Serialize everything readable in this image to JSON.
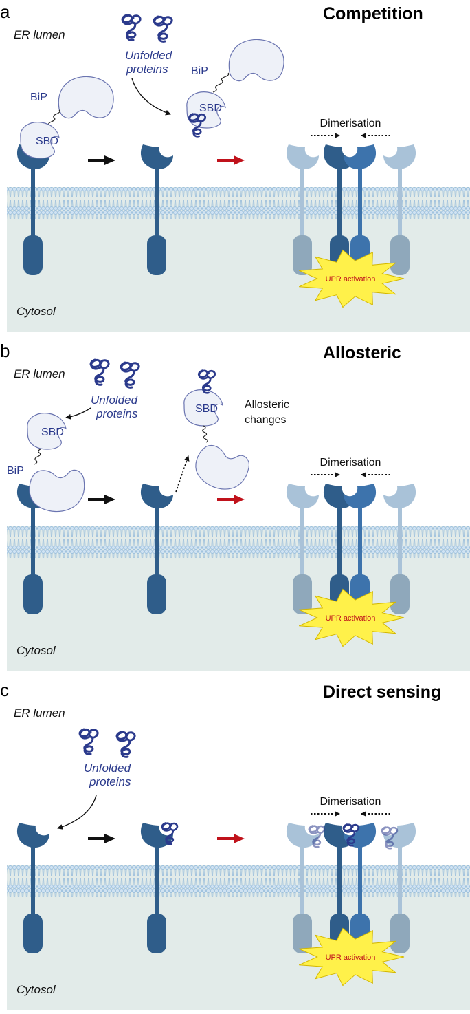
{
  "colors": {
    "membrane": "#b7d3ea",
    "cytosol": "#e2ebe9",
    "protein_dark": "#2f5d8a",
    "protein_mid": "#3d73ac",
    "protein_pale": "#a9c2d8",
    "protein_grey": "#8fa8bb",
    "bip_fill": "#eef1f8",
    "bip_stroke": "#6a74b0",
    "unfolded": "#2b3a8c",
    "arrow_black": "#111111",
    "arrow_red": "#c0121b",
    "burst_fill": "#fff14a",
    "burst_stroke": "#d4b800",
    "upr_text": "#c0121b"
  },
  "panels": [
    {
      "letter": "a",
      "title": "Competition",
      "er_lumen": "ER lumen",
      "cytosol": "Cytosol",
      "unfolded": [
        "Unfolded",
        "proteins"
      ],
      "bip": "BiP",
      "sbd": "SBD",
      "sbd2": "SBD",
      "bip2": "BiP",
      "dimerisation": "Dimerisation",
      "upr": "UPR activation"
    },
    {
      "letter": "b",
      "title": "Allosteric",
      "er_lumen": "ER lumen",
      "cytosol": "Cytosol",
      "unfolded": [
        "Unfolded",
        "proteins"
      ],
      "bip": "BiP",
      "sbd": "SBD",
      "sbd2": "SBD",
      "allosteric": [
        "Allosteric",
        "changes"
      ],
      "dimerisation": "Dimerisation",
      "upr": "UPR activation"
    },
    {
      "letter": "c",
      "title": "Direct sensing",
      "er_lumen": "ER lumen",
      "cytosol": "Cytosol",
      "unfolded": [
        "Unfolded",
        "proteins"
      ],
      "dimerisation": "Dimerisation",
      "upr": "UPR activation"
    }
  ]
}
